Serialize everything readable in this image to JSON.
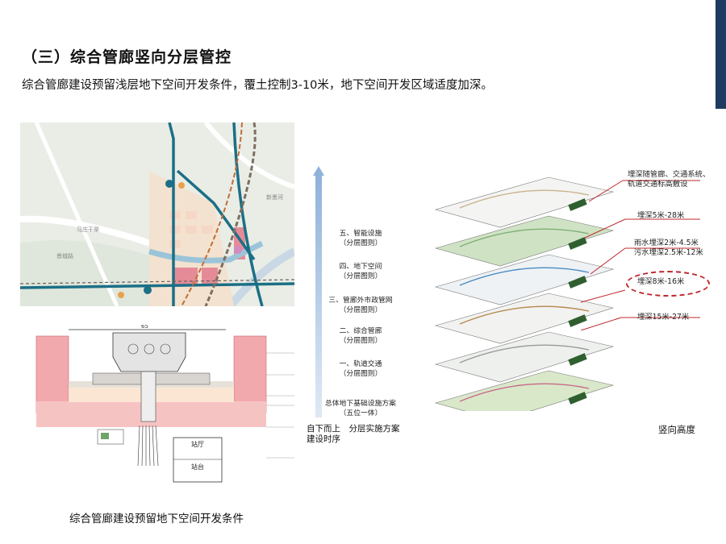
{
  "slide": {
    "title": "（三）综合管廊竖向分层管控",
    "subtitle": "综合管廊建设预留浅层地下空间开发条件，覆土控制3-10米，地下空间开发区域适度加深。",
    "accent_color": "#1f3a5f"
  },
  "map": {
    "labels": [
      "马庄干渠",
      "景城路",
      "新墨河"
    ]
  },
  "section_figure": {
    "caption": "综合管廊建设预留地下空间开发条件",
    "dimension": "65",
    "rooms": [
      "站厅",
      "站台"
    ]
  },
  "sequence": {
    "phases": [
      {
        "name": "五、智能设施",
        "note": "（分层图则）"
      },
      {
        "name": "四、地下空间",
        "note": "（分层图则）"
      },
      {
        "name": "三、管廊外市政管网",
        "note": "（分层图则）"
      },
      {
        "name": "二、综合管廊",
        "note": "（分层图则）"
      },
      {
        "name": "一、轨道交通",
        "note": "（分层图则）"
      },
      {
        "name": "总体地下基础设施方案",
        "note": "（五位一体）"
      }
    ],
    "axis_label_line1": "自下而上　分层实施方案",
    "axis_label_line2": "建设时序"
  },
  "layers": {
    "callouts": [
      {
        "line1": "埋深随管廊、交通系统、",
        "line2": "轨道交通标高敷设"
      },
      {
        "line1": "埋深5米-28米",
        "line2": ""
      },
      {
        "line1": "雨水埋深2米-4.5米",
        "line2": "污水埋深2.5米-12米"
      },
      {
        "line1": "埋深8米-16米",
        "line2": ""
      },
      {
        "line1": "埋深15米-27米",
        "line2": ""
      }
    ],
    "caption": "竖向高度",
    "highlight_color": "#c0282d"
  }
}
